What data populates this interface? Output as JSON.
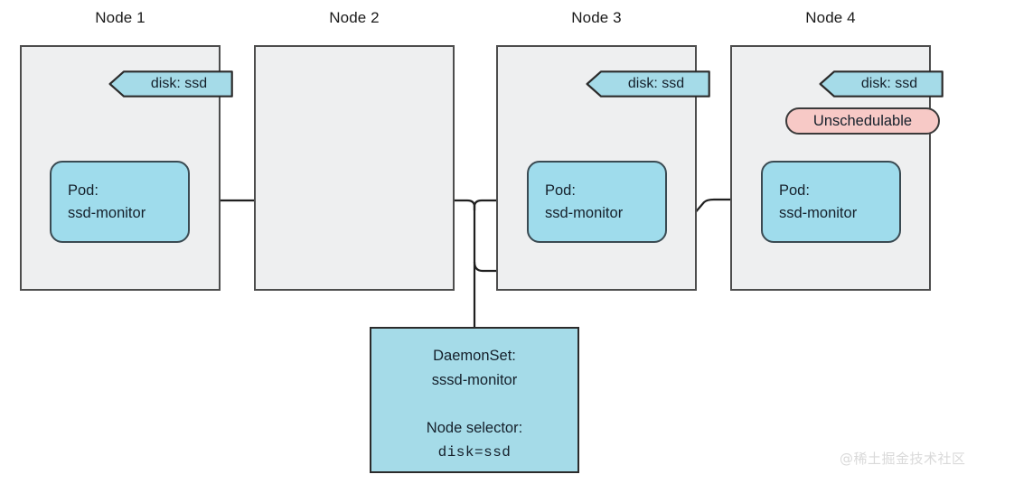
{
  "diagram": {
    "title": "DaemonSet with node selector disk=ssd",
    "colors": {
      "node_fill": "#eeeff0",
      "node_stroke": "#4d4d4d",
      "pod_fill": "#9fdcec",
      "pod_stroke": "#3a4a52",
      "tag_fill": "#a5dbe8",
      "tag_stroke": "#2b2b2b",
      "badge_fill": "#f7c9c6",
      "badge_stroke": "#3a3a3a",
      "daemonset_fill": "#a5dbe8",
      "daemonset_stroke": "#2b2b2b",
      "wire_stroke": "#1f1f1f",
      "watermark": "#d9d9d9"
    },
    "nodes": [
      {
        "id": "node-1",
        "title": "Node 1",
        "tag": {
          "label": "disk: ssd",
          "present": true
        },
        "badge": {
          "label": "",
          "present": false
        },
        "pod": {
          "present": true,
          "line1": "Pod:",
          "line2": "ssd-monitor"
        }
      },
      {
        "id": "node-2",
        "title": "Node 2",
        "tag": {
          "label": "",
          "present": false
        },
        "badge": {
          "label": "",
          "present": false
        },
        "pod": {
          "present": false,
          "line1": "",
          "line2": ""
        }
      },
      {
        "id": "node-3",
        "title": "Node 3",
        "tag": {
          "label": "disk: ssd",
          "present": true
        },
        "badge": {
          "label": "",
          "present": false
        },
        "pod": {
          "present": true,
          "line1": "Pod:",
          "line2": "ssd-monitor"
        }
      },
      {
        "id": "node-4",
        "title": "Node 4",
        "tag": {
          "label": "disk: ssd",
          "present": true
        },
        "badge": {
          "label": "Unschedulable",
          "present": true
        },
        "pod": {
          "present": true,
          "line1": "Pod:",
          "line2": "ssd-monitor"
        }
      }
    ],
    "daemonset": {
      "line1": "DaemonSet:",
      "line2": "sssd-monitor",
      "line3": "Node selector:",
      "line4": "disk=ssd"
    },
    "watermark": "@稀土掘金技术社区"
  }
}
